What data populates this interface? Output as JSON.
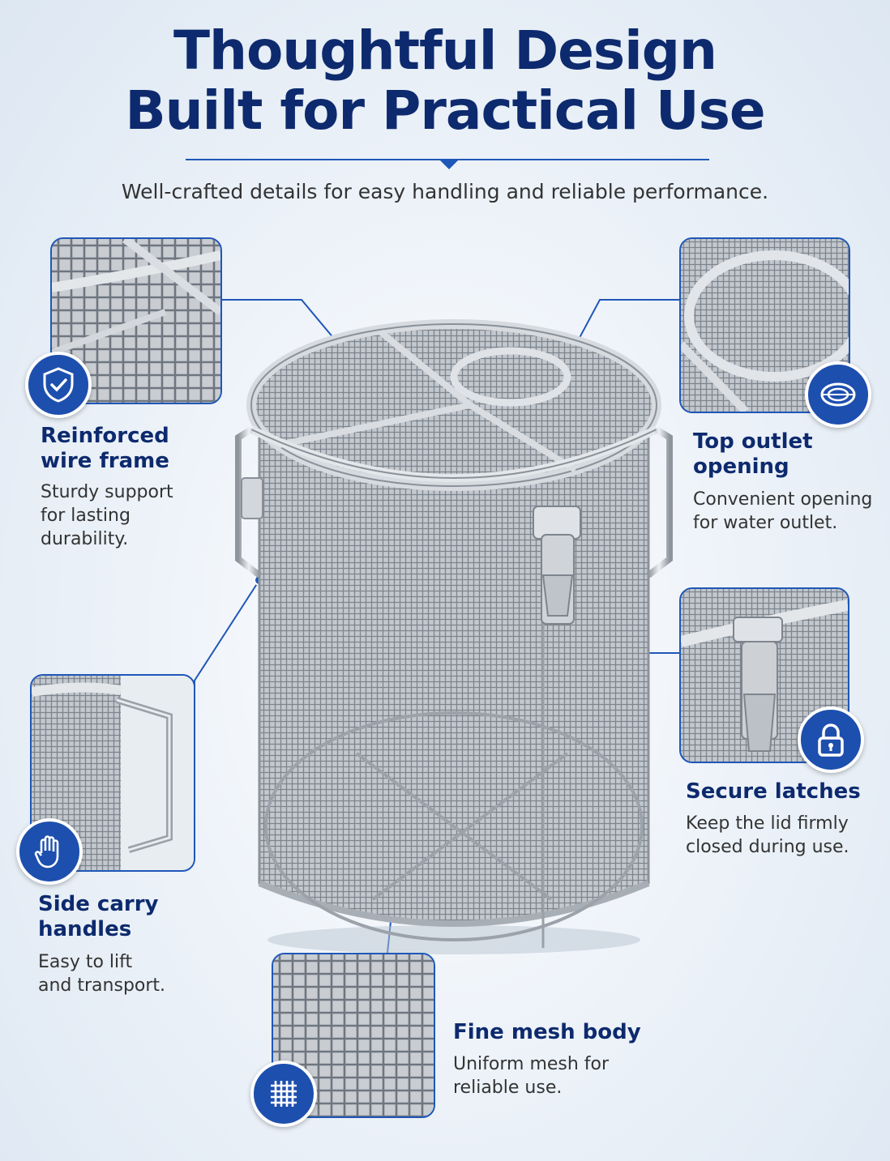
{
  "header": {
    "title_line1": "Thoughtful Design",
    "title_line2": "Built for Practical Use",
    "subtitle": "Well-crafted details for easy handling and reliable performance."
  },
  "features": [
    {
      "id": "frame",
      "title_line1": "Reinforced",
      "title_line2": "wire frame",
      "desc_line1": "Sturdy support",
      "desc_line2": "for lasting",
      "desc_line3": "durability.",
      "icon": "shield-check-icon"
    },
    {
      "id": "outlet",
      "title_line1": "Top outlet",
      "title_line2": "opening",
      "desc_line1": "Convenient opening",
      "desc_line2": "for water outlet.",
      "icon": "water-outlet-icon"
    },
    {
      "id": "latch",
      "title_line1": "Secure latches",
      "desc_line1": "Keep the lid firmly",
      "desc_line2": "closed during use.",
      "icon": "lock-icon"
    },
    {
      "id": "handle",
      "title_line1": "Side carry",
      "title_line2": "handles",
      "desc_line1": "Easy to lift",
      "desc_line2": "and transport.",
      "icon": "hand-icon"
    },
    {
      "id": "mesh",
      "title_line1": "Fine mesh body",
      "desc_line1": "Uniform mesh for",
      "desc_line2": "reliable use.",
      "icon": "grid-mesh-icon"
    }
  ],
  "colors": {
    "navy": "#0d2a6e",
    "accent": "#1f57b8",
    "badge": "#1d4fae",
    "steel": "#b9bec5"
  }
}
